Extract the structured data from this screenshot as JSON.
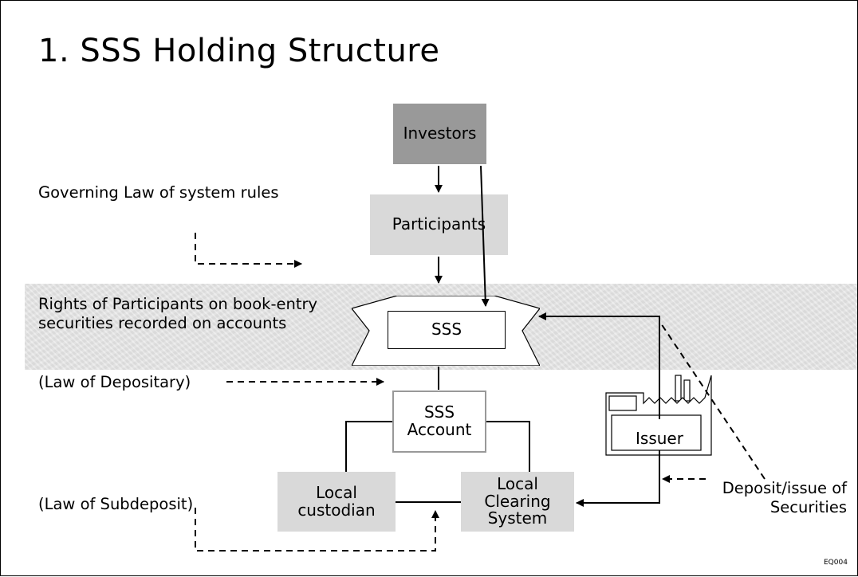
{
  "slide": {
    "title": "1. SSS Holding Structure",
    "footer_code": "EQ004"
  },
  "labels": {
    "governing_law": "Governing Law of system rules",
    "rights_line1": "Rights of Participants on book-entry",
    "rights_line2": "securities recorded on accounts",
    "law_of_depositary": "(Law of Depositary)",
    "law_of_subdeposit": "(Law of Subdeposit)",
    "deposit_line1": "Deposit/issue of",
    "deposit_line2": "Securities"
  },
  "nodes": {
    "investors": "Investors",
    "participants": "Participants",
    "sss": "SSS",
    "sss_account_line1": "SSS",
    "sss_account_line2": "Account",
    "local_custodian_line1": "Local",
    "local_custodian_line2": "custodian",
    "local_clearing_line1": "Local",
    "local_clearing_line2": "Clearing",
    "local_clearing_line3": "System",
    "issuer": "Issuer"
  },
  "colors": {
    "investors_fill": "#999999",
    "participants_fill": "#d9d9d9",
    "band_fill": "#e6e6e6",
    "sss_account_border": "#999999"
  },
  "icons": {
    "issuer": "factory-icon"
  }
}
